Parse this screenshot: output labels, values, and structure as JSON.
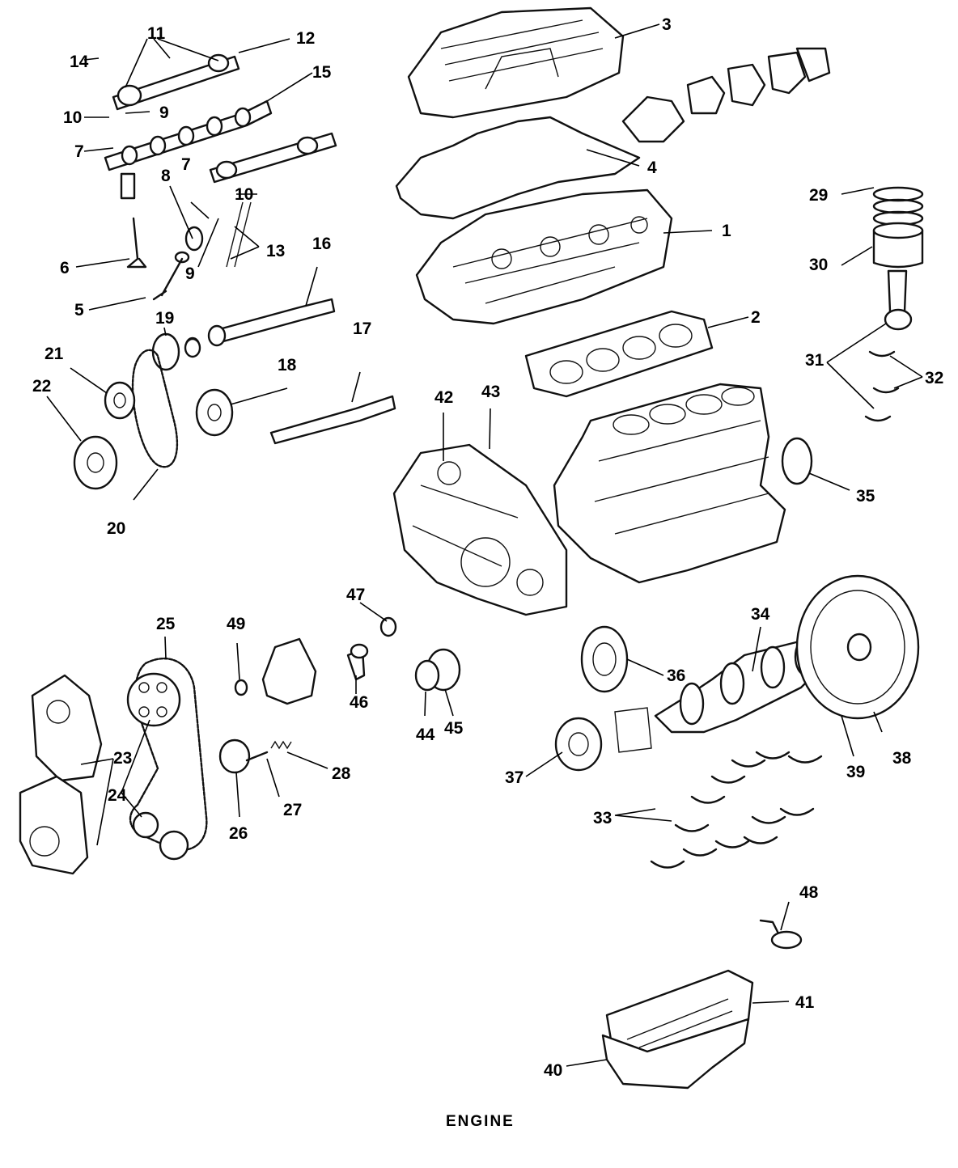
{
  "diagram": {
    "title": "ENGINE",
    "callouts": [
      "1",
      "2",
      "3",
      "4",
      "5",
      "6",
      "7",
      "7",
      "8",
      "9",
      "9",
      "10",
      "10",
      "11",
      "12",
      "13",
      "14",
      "15",
      "16",
      "17",
      "18",
      "19",
      "20",
      "21",
      "22",
      "23",
      "24",
      "25",
      "26",
      "27",
      "28",
      "29",
      "30",
      "31",
      "32",
      "33",
      "34",
      "35",
      "36",
      "37",
      "38",
      "39",
      "40",
      "41",
      "42",
      "43",
      "44",
      "45",
      "46",
      "47",
      "48",
      "49"
    ]
  }
}
